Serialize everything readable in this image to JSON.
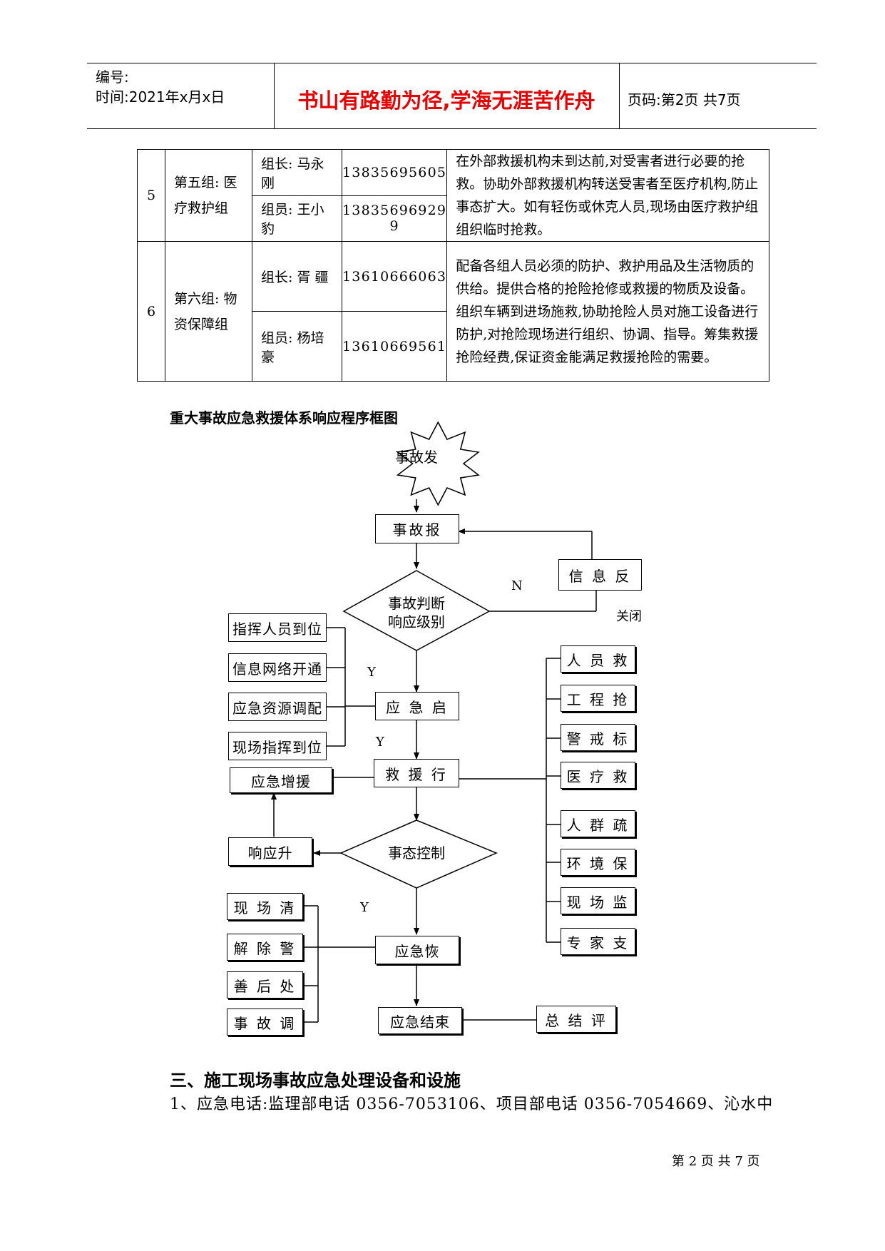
{
  "header": {
    "number_label": "编号:",
    "time_label": "时间:2021年x月x日",
    "motto": "书山有路勤为径,学海无涯苦作舟",
    "page_label": "页码:第2页 共7页"
  },
  "staff_table": {
    "rows": [
      {
        "num": "5",
        "group_line1": "第五组: 医",
        "group_line2": "疗救护组",
        "leader": "组长: 马永刚",
        "leader_phone": "13835695605",
        "member": "组员: 王小豹",
        "member_phone": "13835696929​9",
        "duty": "在外部救援机构未到达前,对受害者进行必要的抢救。协助外部救援机构转送受害者至医疗机构,防止事态扩大。如有轻伤或休克人员,现场由医疗救护组组织临时抢救。"
      },
      {
        "num": "6",
        "group_line1": "第六组: 物",
        "group_line2": "资保障组",
        "leader": "组长: 胥 疆",
        "leader_phone": "13610666063",
        "member": "组员: 杨培豪",
        "member_phone": "13610669561",
        "duty": "配备各组人员必须的防护、救护用品及生活物质的供给。提供合格的抢险抢修或救援的物质及设备。组织车辆到进场施救,协助抢险人员对施工设备进行防护,对抢险现场进行组织、协调、指导。筹集救援抢险经费,保证资金能满足救援抢险的需要。"
      }
    ]
  },
  "flowchart": {
    "title": "重大事故应急救援体系响应程序框图",
    "start": "事故发",
    "report": "事故报",
    "judge_line1": "事故判断",
    "judge_line2": "响应级别",
    "feedback": "信 息 反",
    "label_n": "N",
    "label_close": "关闭",
    "label_y1": "Y",
    "label_y2": "Y",
    "label_y3": "Y",
    "left_group1": [
      "指挥人员到位",
      "信息网络开通",
      "应急资源调配",
      "现场指挥到位"
    ],
    "activate": "应 急 启",
    "execute": "救 援 行",
    "reinforce": "应急增援",
    "escalate": "响应升",
    "control": "事态控制",
    "recover": "应急恢",
    "end": "应急结束",
    "summary": "总 结 评",
    "left_group2": [
      "现 场 清",
      "解 除 警",
      "善 后 处",
      "事 故 调"
    ],
    "right_group": [
      "人 员 救",
      "工 程 抢",
      "警 戒 标",
      "医 疗 救",
      "人 群 疏",
      "环 境 保",
      "现 场 监",
      "专 家 支"
    ]
  },
  "section": {
    "heading": "三、施工现场事故应急处理设备和设施",
    "para": "1、应急电话:监理部电话 0356-7053106、项目部电话 0356-7054669、沁水中"
  },
  "footer": "第 2 页 共 7 页"
}
